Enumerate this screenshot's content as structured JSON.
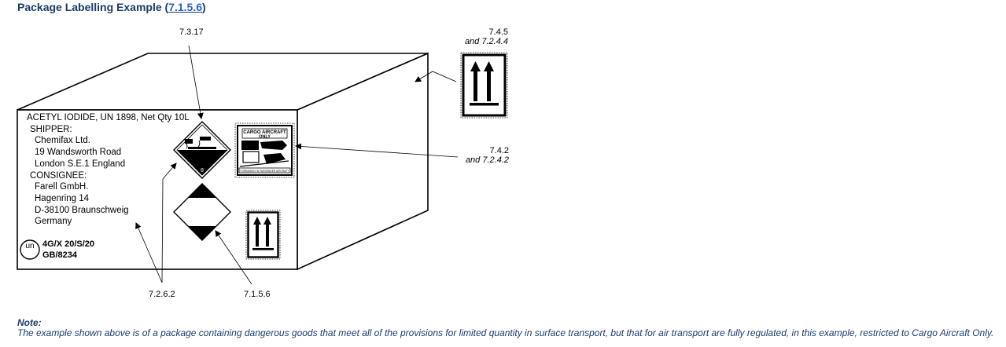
{
  "heading": {
    "prefix": "Package Labelling Example (",
    "link": "7.1.5.6",
    "suffix": ")"
  },
  "callouts": {
    "top_center": "7.3.17",
    "top_right_line1": "7.4.5",
    "top_right_line2": "and 7.2.4.4",
    "mid_right_line1": "7.4.2",
    "mid_right_line2": "and 7.2.4.2",
    "bottom_left": "7.2.6.2",
    "bottom_center": "7.1.5.6"
  },
  "package": {
    "title": "ACETYL IODIDE, UN 1898, Net Qty 10L",
    "shipper_label": "SHIPPER:",
    "shipper_lines": [
      "Chemifax Ltd.",
      "19 Wandsworth Road",
      "London S.E.1 England"
    ],
    "consignee_label": "CONSIGNEE:",
    "consignee_lines": [
      "Farell GmbH.",
      "Hagenring 14",
      "D-38100 Braunschweig",
      "Germany"
    ],
    "un_symbol": "un",
    "un_code_line1": "4G/X 20/S/20",
    "un_code_line2": "GB/8234"
  },
  "labels": {
    "cargo_line1": "CARGO AIRCRAFT",
    "cargo_line2": "ONLY",
    "cargo_footer": "FORBIDDEN IN PASSENGER AIRCRAFT",
    "corrosive_number": "8"
  },
  "note": {
    "title": "Note:",
    "text": "The example shown above is of a package containing dangerous goods that meet all of the provisions for limited quantity in surface transport, but that for air transport are fully regulated, in this example, restricted to Cargo Aircraft Only."
  }
}
